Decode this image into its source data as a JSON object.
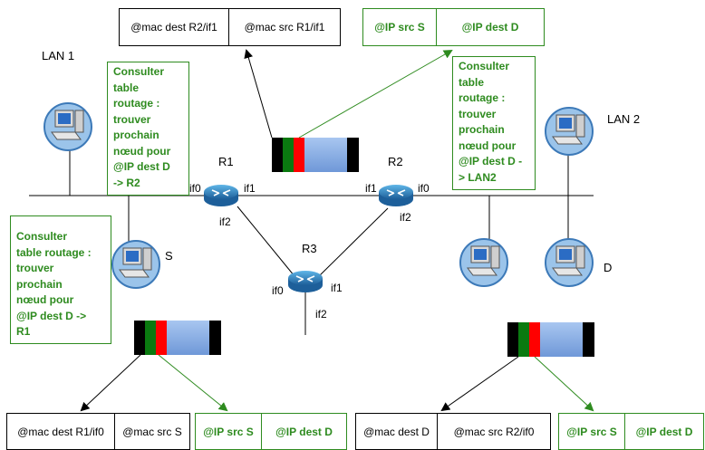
{
  "lan1_label": "LAN 1",
  "lan2_label": "LAN 2",
  "top_frame": {
    "mac_dest": "@mac dest R2/if1",
    "mac_src": "@mac src R1/if1",
    "ip_src": "@IP src S",
    "ip_dest": "@IP dest  D"
  },
  "bottom_left_frame": {
    "mac_dest": "@mac dest R1/if0",
    "mac_src": "@mac src S",
    "ip_src": "@IP src S",
    "ip_dest": "@IP dest  D"
  },
  "bottom_right_frame": {
    "mac_dest": "@mac dest D",
    "mac_src": "@mac src R2/if0",
    "ip_src": "@IP src S",
    "ip_dest": "@IP dest  D"
  },
  "notes": {
    "r1": "Consulter\ntable\nroutage :\ntrouver\nprochain\nnœud pour\n@IP dest D\n-> R2",
    "r2": "Consulter\ntable\nroutage :\ntrouver\nprochain\nnœud pour\n@IP dest D -\n> LAN2",
    "s": "Consulter\ntable routage :\ntrouver\nprochain\nnœud pour\n@IP dest D ->\nR1"
  },
  "routers": {
    "r1": {
      "name": "R1",
      "if0": "if0",
      "if1": "if1",
      "if2": "if2"
    },
    "r2": {
      "name": "R2",
      "if0": "if0",
      "if1": "if1",
      "if2": "if2"
    },
    "r3": {
      "name": "R3",
      "if0": "if0",
      "if1": "if1",
      "if2": "if2"
    }
  },
  "hosts": {
    "s": "S",
    "d": "D"
  },
  "colors": {
    "green": "#2e8b1f",
    "packet_blue": "#7fa6e0",
    "packet_red": "#ff0000",
    "packet_green": "#0a7a10"
  }
}
